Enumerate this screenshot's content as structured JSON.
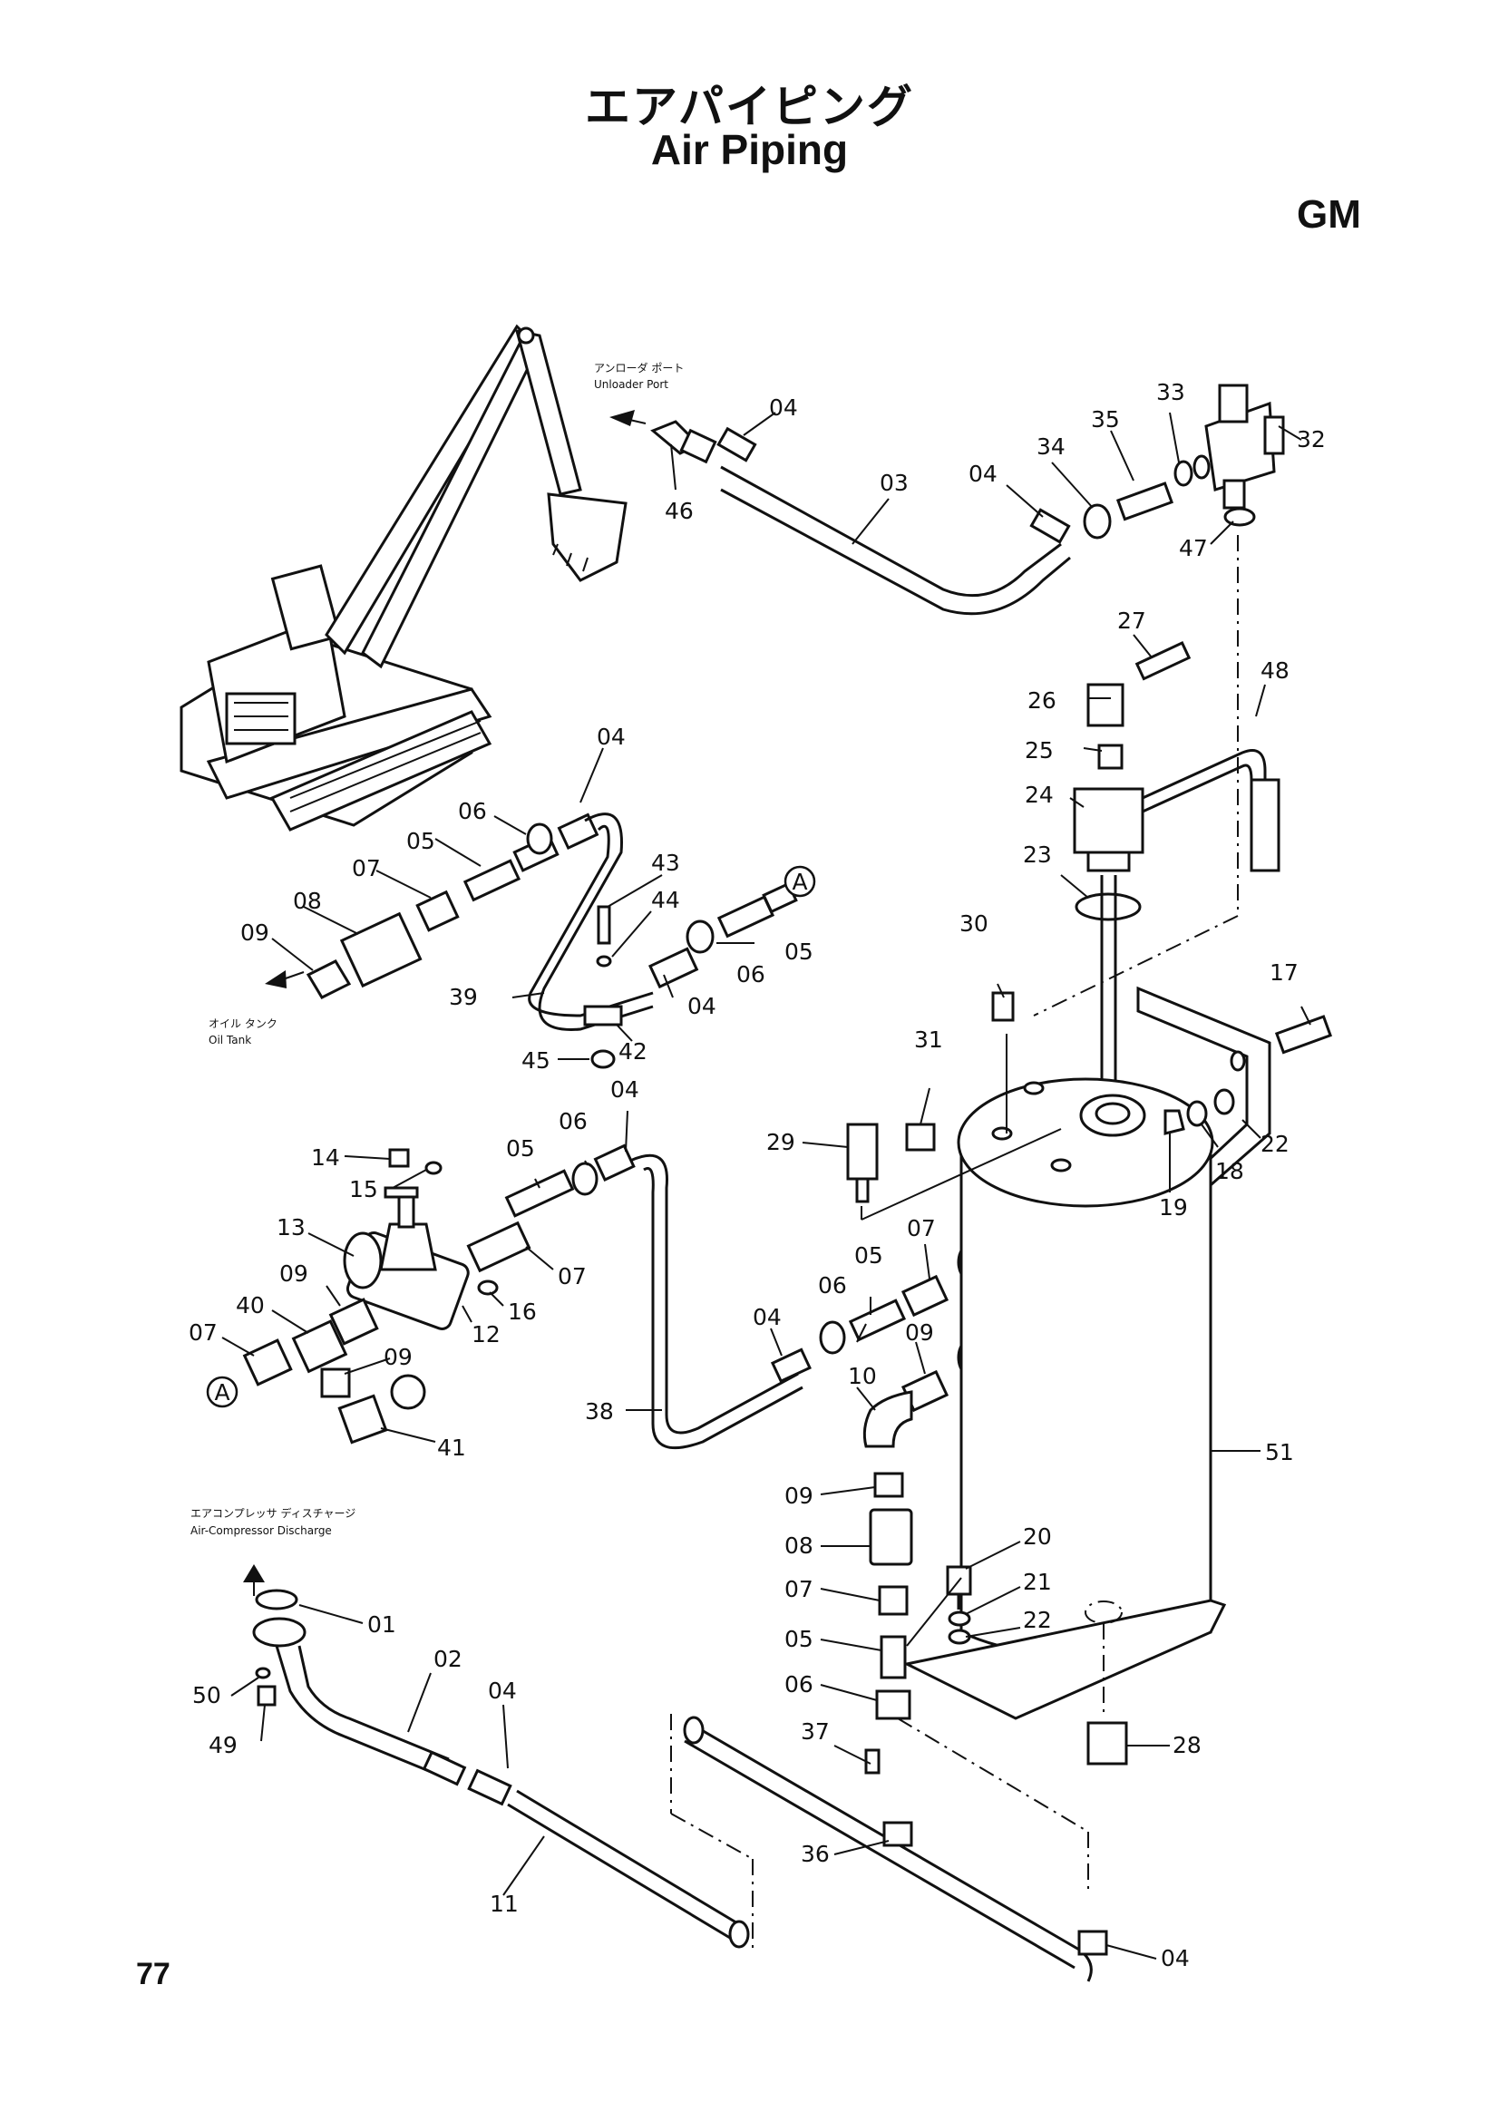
{
  "title_jp": "エアパイピング",
  "title_en": "Air Piping",
  "model_code": "GM",
  "page_number": "77",
  "notes": {
    "unloader_port_jp": "アンローダ ポート",
    "unloader_port_en": "Unloader Port",
    "oil_tank_jp": "オイル タンク",
    "oil_tank_en": "Oil Tank",
    "compressor_discharge_jp": "エアコンプレッサ ディスチャージ",
    "compressor_discharge_en": "Air-Compressor Discharge"
  },
  "marker_a": "A",
  "callouts": [
    {
      "id": "c-04-top",
      "text": "04"
    },
    {
      "id": "c-46",
      "text": "46"
    },
    {
      "id": "c-03",
      "text": "03"
    },
    {
      "id": "c-04-b",
      "text": "04"
    },
    {
      "id": "c-34",
      "text": "34"
    },
    {
      "id": "c-35",
      "text": "35"
    },
    {
      "id": "c-33",
      "text": "33"
    },
    {
      "id": "c-32",
      "text": "32"
    },
    {
      "id": "c-47",
      "text": "47"
    },
    {
      "id": "c-27",
      "text": "27"
    },
    {
      "id": "c-26",
      "text": "26"
    },
    {
      "id": "c-25",
      "text": "25"
    },
    {
      "id": "c-24",
      "text": "24"
    },
    {
      "id": "c-48",
      "text": "48"
    },
    {
      "id": "c-23",
      "text": "23"
    },
    {
      "id": "c-04-c",
      "text": "04"
    },
    {
      "id": "c-06-a",
      "text": "06"
    },
    {
      "id": "c-05-a",
      "text": "05"
    },
    {
      "id": "c-07-a",
      "text": "07"
    },
    {
      "id": "c-08-a",
      "text": "08"
    },
    {
      "id": "c-09-a",
      "text": "09"
    },
    {
      "id": "c-43",
      "text": "43"
    },
    {
      "id": "c-44",
      "text": "44"
    },
    {
      "id": "c-05-b",
      "text": "05"
    },
    {
      "id": "c-06-b",
      "text": "06"
    },
    {
      "id": "c-04-d",
      "text": "04"
    },
    {
      "id": "c-39",
      "text": "39"
    },
    {
      "id": "c-42",
      "text": "42"
    },
    {
      "id": "c-45",
      "text": "45"
    },
    {
      "id": "c-30",
      "text": "30"
    },
    {
      "id": "c-17",
      "text": "17"
    },
    {
      "id": "c-31",
      "text": "31"
    },
    {
      "id": "c-29",
      "text": "29"
    },
    {
      "id": "c-22-a",
      "text": "22"
    },
    {
      "id": "c-18",
      "text": "18"
    },
    {
      "id": "c-19",
      "text": "19"
    },
    {
      "id": "c-04-e",
      "text": "04"
    },
    {
      "id": "c-06-c",
      "text": "06"
    },
    {
      "id": "c-05-c",
      "text": "05"
    },
    {
      "id": "c-14",
      "text": "14"
    },
    {
      "id": "c-15",
      "text": "15"
    },
    {
      "id": "c-13",
      "text": "13"
    },
    {
      "id": "c-07-b",
      "text": "07"
    },
    {
      "id": "c-16",
      "text": "16"
    },
    {
      "id": "c-12",
      "text": "12"
    },
    {
      "id": "c-09-b",
      "text": "09"
    },
    {
      "id": "c-40",
      "text": "40"
    },
    {
      "id": "c-07-c",
      "text": "07"
    },
    {
      "id": "c-09-c",
      "text": "09"
    },
    {
      "id": "c-41",
      "text": "41"
    },
    {
      "id": "c-07-d",
      "text": "07"
    },
    {
      "id": "c-05-d",
      "text": "05"
    },
    {
      "id": "c-06-d",
      "text": "06"
    },
    {
      "id": "c-04-f",
      "text": "04"
    },
    {
      "id": "c-09-d",
      "text": "09"
    },
    {
      "id": "c-10",
      "text": "10"
    },
    {
      "id": "c-38",
      "text": "38"
    },
    {
      "id": "c-51",
      "text": "51"
    },
    {
      "id": "c-09-e",
      "text": "09"
    },
    {
      "id": "c-08-b",
      "text": "08"
    },
    {
      "id": "c-07-e",
      "text": "07"
    },
    {
      "id": "c-05-e",
      "text": "05"
    },
    {
      "id": "c-06-e",
      "text": "06"
    },
    {
      "id": "c-20",
      "text": "20"
    },
    {
      "id": "c-21",
      "text": "21"
    },
    {
      "id": "c-22-b",
      "text": "22"
    },
    {
      "id": "c-28",
      "text": "28"
    },
    {
      "id": "c-01",
      "text": "01"
    },
    {
      "id": "c-02",
      "text": "02"
    },
    {
      "id": "c-50",
      "text": "50"
    },
    {
      "id": "c-49",
      "text": "49"
    },
    {
      "id": "c-04-g",
      "text": "04"
    },
    {
      "id": "c-11",
      "text": "11"
    },
    {
      "id": "c-37",
      "text": "37"
    },
    {
      "id": "c-36",
      "text": "36"
    },
    {
      "id": "c-04-h",
      "text": "04"
    }
  ]
}
